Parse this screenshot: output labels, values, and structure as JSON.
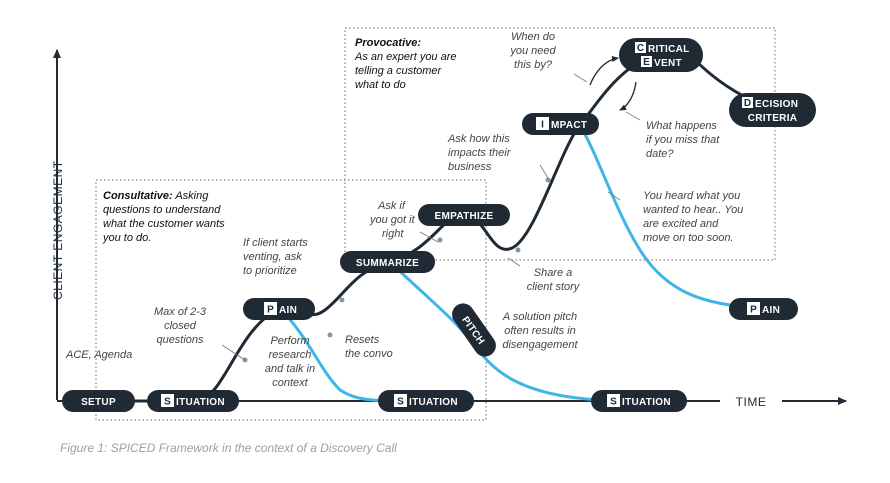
{
  "axes": {
    "y_label": "CLIENT ENGAGEMENT",
    "x_label": "TIME"
  },
  "caption": "Figure 1: SPICED Framework in the context of a Discovery Call",
  "colors": {
    "dark": "#1f2a35",
    "light_blue": "#3db5e6",
    "box_border": "#555555",
    "note_text": "#444444"
  },
  "nodes": {
    "setup": {
      "text": "SETUP"
    },
    "situation_1": {
      "initial": "S",
      "rest": "ITUATION"
    },
    "pain_1": {
      "initial": "P",
      "rest": "AIN"
    },
    "summarize": {
      "text": "SUMMARIZE"
    },
    "situation_2": {
      "initial": "S",
      "rest": "ITUATION"
    },
    "empathize": {
      "text": "EMPATHIZE"
    },
    "pitch": {
      "text": "PITCH"
    },
    "impact": {
      "initial": "I",
      "rest": "MPACT"
    },
    "critical_event": {
      "initial1": "C",
      "rest1": "RITICAL",
      "initial2": "E",
      "rest2": "VENT"
    },
    "decision_criteria": {
      "initial": "D",
      "rest": "ECISION",
      "line2": "CRITERIA"
    },
    "situation_3": {
      "initial": "S",
      "rest": "ITUATION"
    },
    "pain_2": {
      "initial": "P",
      "rest": "AIN"
    }
  },
  "boxes": {
    "consultative": {
      "title": "Consultative:",
      "lines": [
        " Asking",
        "questions to understand",
        "what the customer wants",
        "you to do."
      ]
    },
    "provocative": {
      "title": "Provocative:",
      "lines": [
        "As an expert you are",
        "telling a customer",
        "what to do"
      ]
    }
  },
  "annotations": {
    "ace_agenda": "ACE, Agenda",
    "max_questions": [
      "Max of 2-3",
      "closed",
      "questions"
    ],
    "perform_research": [
      "Perform",
      "research",
      "and talk in",
      "context"
    ],
    "client_venting": [
      "If client starts",
      "venting, ask",
      "to prioritize"
    ],
    "resets": [
      "Resets",
      "the convo"
    ],
    "ask_if_right": [
      "Ask if",
      "you got it",
      "right"
    ],
    "ask_impacts": [
      "Ask how this",
      "impacts their",
      "business"
    ],
    "share_story": [
      "Share a",
      "client story"
    ],
    "solution_pitch": [
      "A solution pitch",
      "often results in",
      "disengagement"
    ],
    "when_need": [
      "When do",
      "you need",
      "this by?"
    ],
    "what_happens": [
      "What happens",
      "if you miss that",
      "date?"
    ],
    "you_heard": [
      "You heard what you",
      "wanted to hear.. You",
      "are excited and",
      "move on too soon."
    ]
  }
}
